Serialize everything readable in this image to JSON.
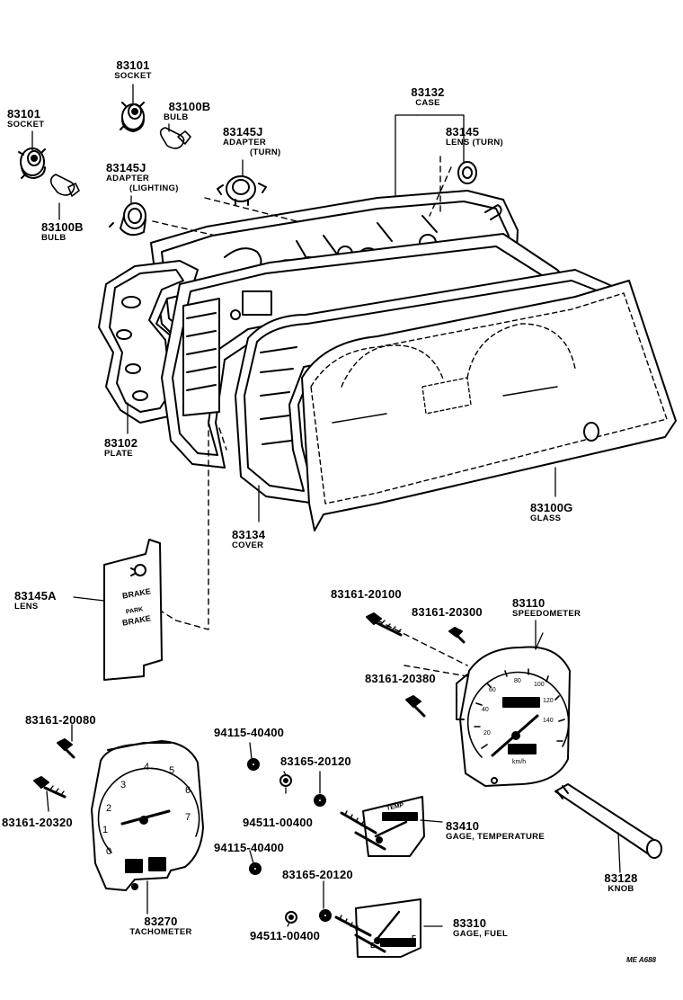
{
  "parts": {
    "socket_top": {
      "number": "83101",
      "name": "SOCKET"
    },
    "bulb_top": {
      "number": "83100B",
      "name": "BULB"
    },
    "socket_left": {
      "number": "83101",
      "name": "SOCKET"
    },
    "adapter_turn": {
      "number": "83145J",
      "name": "ADAPTER",
      "name2": "(TURN)"
    },
    "adapter_lighting": {
      "number": "83145J",
      "name": "ADAPTER",
      "name2": "(LIGHTING)"
    },
    "bulb_left": {
      "number": "83100B",
      "name": "BULB"
    },
    "case": {
      "number": "83132",
      "name": "CASE"
    },
    "lens_turn": {
      "number": "83145",
      "name": "LENS (TURN)"
    },
    "plate": {
      "number": "83102",
      "name": "PLATE"
    },
    "cover": {
      "number": "83134",
      "name": "COVER"
    },
    "glass": {
      "number": "83100G",
      "name": "GLASS"
    },
    "lens_brake": {
      "number": "83145A",
      "name": "LENS"
    },
    "screw_20100": {
      "number": "83161-20100"
    },
    "screw_20300": {
      "number": "83161-20300"
    },
    "speedometer": {
      "number": "83110",
      "name": "SPEEDOMETER"
    },
    "screw_20380": {
      "number": "83161-20380"
    },
    "screw_20080": {
      "number": "83161-20080"
    },
    "nut_40400_a": {
      "number": "94115-40400"
    },
    "clip_20120_a": {
      "number": "83165-20120"
    },
    "screw_20320": {
      "number": "83161-20320"
    },
    "washer_00400_a": {
      "number": "94511-00400"
    },
    "gage_temp": {
      "number": "83410",
      "name": "GAGE, TEMPERATURE"
    },
    "nut_40400_b": {
      "number": "94115-40400"
    },
    "knob": {
      "number": "83128",
      "name": "KNOB"
    },
    "clip_20120_b": {
      "number": "83165-20120"
    },
    "tachometer": {
      "number": "83270",
      "name": "TACHOMETER"
    },
    "washer_00400_b": {
      "number": "94511-00400"
    },
    "gage_fuel": {
      "number": "83310",
      "name": "GAGE, FUEL"
    }
  },
  "brake_lens": {
    "line1": "BRAKE",
    "line2": "PARK",
    "line3": "BRAKE"
  },
  "tach_dial": {
    "marks": [
      "0",
      "1",
      "2",
      "3",
      "4",
      "5",
      "6",
      "7"
    ]
  },
  "speedo_dial": {
    "marks": [
      "20",
      "40",
      "60",
      "80",
      "100",
      "120",
      "140"
    ],
    "unit": "km/h"
  },
  "temp_gage": {
    "text": "TEMP"
  },
  "fuel_gage": {
    "text_e": "E",
    "text_f": "F"
  },
  "drawing_code": "ME A688"
}
